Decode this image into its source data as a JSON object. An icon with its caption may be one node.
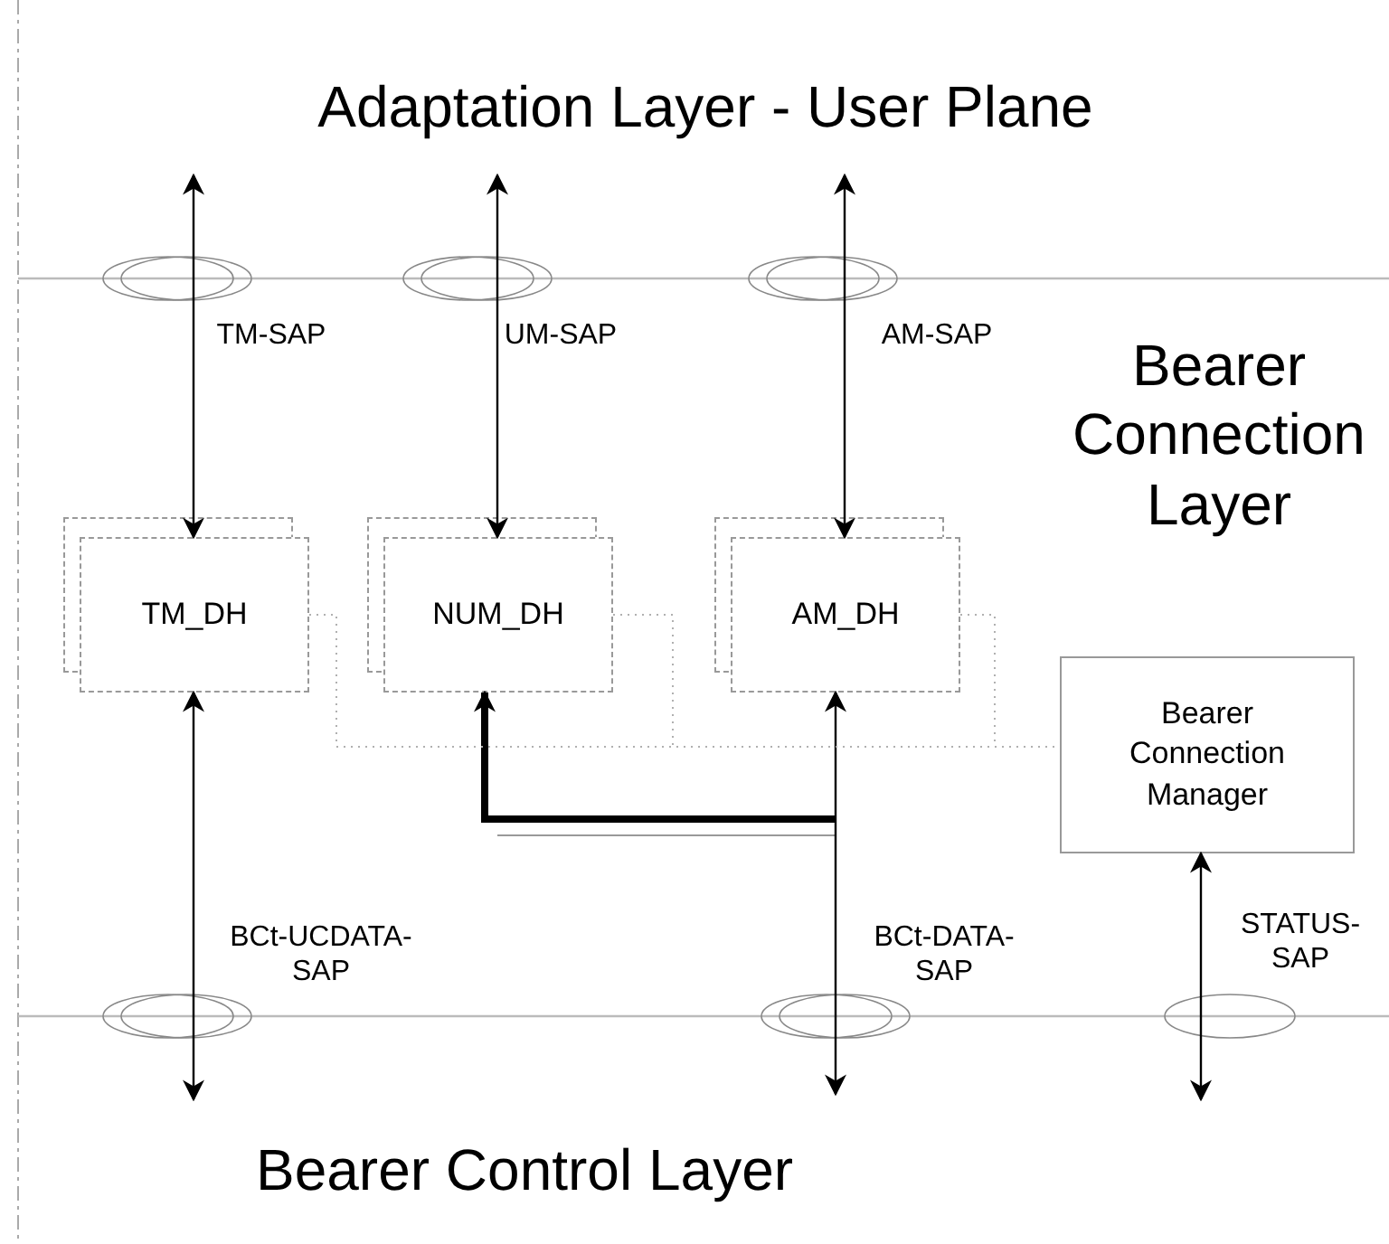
{
  "diagram": {
    "nodes": [
      {
        "text": [
          "TM_DH"
        ]
      },
      {
        "text": [
          "NUM_DH"
        ]
      },
      {
        "text": [
          "AM_DH"
        ]
      },
      {
        "text": [
          "Bearer Connection Manager"
        ]
      }
    ],
    "edges": [
      {
        "from": null,
        "to": 0,
        "arrow": "both"
      },
      {
        "from": null,
        "to": 1,
        "arrow": "both"
      },
      {
        "from": null,
        "to": 2,
        "arrow": "both"
      },
      {
        "from": 0,
        "to": null,
        "arrow": "both"
      },
      {
        "from": 2,
        "to": null,
        "arrow": "both"
      },
      {
        "from": null,
        "to": 1,
        "arrow": "to",
        "style": "thick"
      },
      {
        "from": 3,
        "to": null,
        "arrow": "both"
      },
      {
        "from": 0,
        "to": 3,
        "arrow": "none",
        "style": "dashed",
        "color": "#b0b0b0"
      },
      {
        "from": 1,
        "to": 3,
        "arrow": "none",
        "style": "dashed",
        "color": "#b0b0b0"
      },
      {
        "from": 2,
        "to": 3,
        "arrow": "none",
        "style": "dashed",
        "color": "#b0b0b0"
      }
    ],
    "labels": [
      "Adaptation Layer - User Plane",
      "TM-SAP",
      "UM-SAP",
      "AM-SAP",
      "Bearer Connection Layer",
      "BCt-UCDATA-SAP",
      "BCt-DATA-SAP",
      "STATUS-SAP",
      "Bearer Control Layer"
    ]
  }
}
